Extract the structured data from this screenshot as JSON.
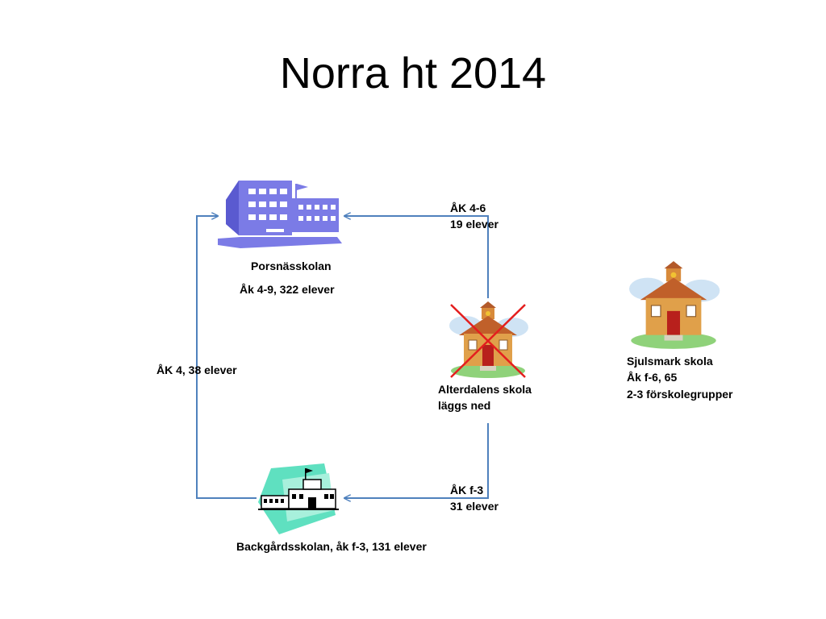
{
  "title": "Norra ht 2014",
  "colors": {
    "connector": "#4f81bd",
    "school_blue": "#7b7be6",
    "school_orange": "#e0a04a",
    "cross": "#e41e1e",
    "mint": "#5fe0c0"
  },
  "nodes": {
    "porsnas": {
      "name": "Porsnässkolan",
      "detail": "Åk 4-9, 322 elever"
    },
    "alterdalen": {
      "line1": "Alterdalens skola",
      "line2": "läggs ned"
    },
    "sjulsmark": {
      "line1": "Sjulsmark skola",
      "line2": "Åk f-6, 65",
      "line3": "2-3 förskolegrupper"
    },
    "backgard": {
      "name": "Backgårdsskolan, åk f-3, 131 elever"
    }
  },
  "transfers": {
    "to_porsnas": {
      "line1": "ÅK 4-6",
      "line2": "19 elever"
    },
    "to_backgard": {
      "line1": "ÅK f-3",
      "line2": "31 elever"
    },
    "backgard_to_porsnas": "ÅK 4, 38 elever"
  },
  "icons": {
    "porsnas": "office-building-icon",
    "alterdalen": "schoolhouse-icon",
    "alterdalen_cross": "red-cross-icon",
    "sjulsmark": "schoolhouse-icon",
    "backgard": "school-building-icon"
  }
}
